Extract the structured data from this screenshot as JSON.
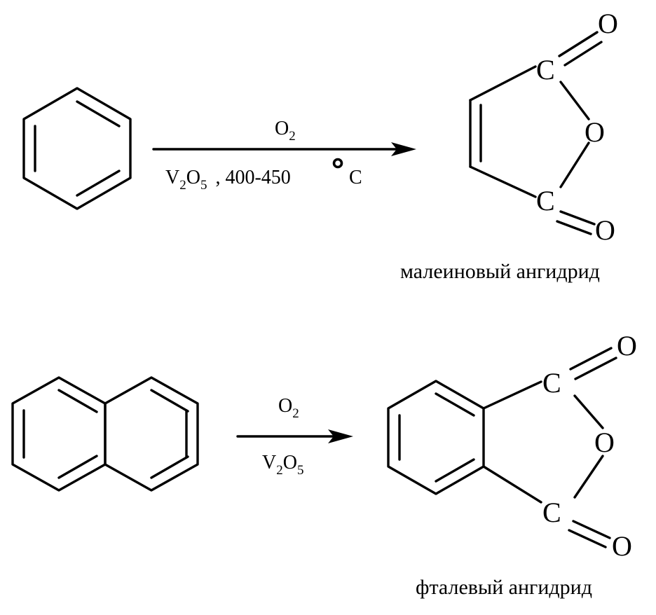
{
  "reaction1": {
    "reagent_above": {
      "main": "O",
      "sub": "2"
    },
    "conditions": {
      "v": "V",
      "v_sub": "2",
      "o": "O",
      "o_sub": "5",
      "rest": ", 400-450",
      "unit": "C"
    },
    "product": {
      "atoms": {
        "c_top": "C",
        "o_top": "O",
        "o_ring": "O",
        "c_bottom": "C",
        "o_bottom": "O"
      },
      "caption": "малеиновый ангидрид"
    }
  },
  "reaction2": {
    "reagent_above": {
      "main": "O",
      "sub": "2"
    },
    "conditions": {
      "v": "V",
      "v_sub": "2",
      "o": "O",
      "o_sub": "5"
    },
    "product": {
      "atoms": {
        "c_top": "C",
        "o_top": "O",
        "o_ring": "O",
        "c_bottom": "C",
        "o_bottom": "O"
      },
      "caption": "фталевый ангидрид"
    }
  }
}
